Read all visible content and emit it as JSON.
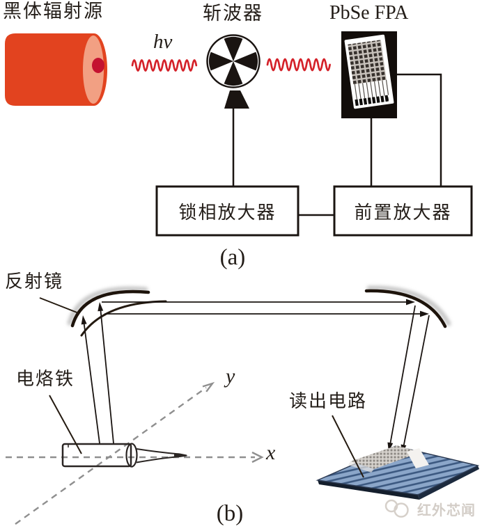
{
  "panel_a": {
    "caption": "(a)",
    "blackbody_label": "黑体辐射源",
    "photon_label": "hν",
    "chopper_label": "斩波器",
    "fpa_label": "PbSe FPA",
    "lockin_box_label": "锁相放大器",
    "preamp_box_label": "前置放大器"
  },
  "panel_b": {
    "caption": "(b)",
    "mirror_label": "反射镜",
    "iron_label": "电烙铁",
    "readout_label": "读出电路",
    "axis_x_label": "x",
    "axis_y_label": "y"
  },
  "watermark": "红外芯闻",
  "colors": {
    "blackbody_body": "#e2431f",
    "blackbody_face": "#f2a083",
    "blackbody_aperture": "#c41230",
    "photon_wave_red": "#d42129",
    "diagram_line_black": "#1a1411",
    "mirror_shadow_gray": "#c8c8c8",
    "axis_dash_gray": "#8f8f8f",
    "chip_blue": "#8ba6c9",
    "chip_stripe_blue": "#3b5880",
    "watermark_gray": "#d3cdc7"
  }
}
